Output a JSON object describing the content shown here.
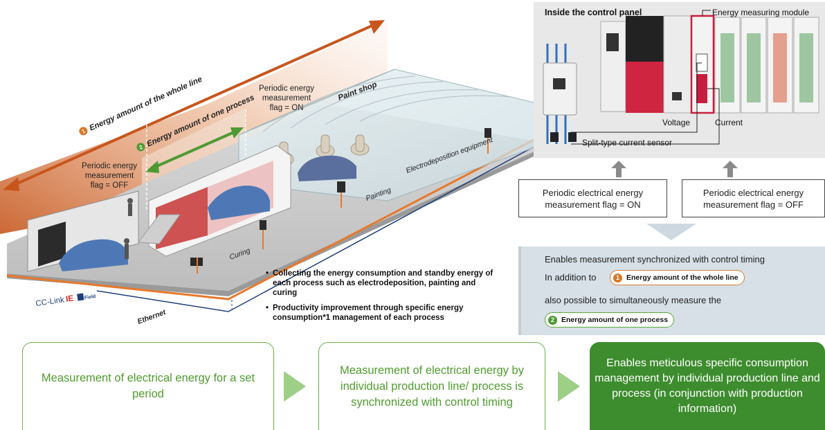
{
  "illustration": {
    "whole_line_number": "1",
    "whole_line_label": "Energy amount of the whole line",
    "one_process_number": "2",
    "one_process_label": "Energy amount of one process",
    "flag_on_text": [
      "Periodic energy",
      "measurement",
      "flag = ON"
    ],
    "flag_off_text": [
      "Periodic energy",
      "measurement",
      "flag = OFF"
    ],
    "paint_shop": "Paint shop",
    "electrodeposition": "Electrodeposition equipment",
    "painting": "Painting",
    "curing": "Curing",
    "network_cclink": "CC-Link",
    "network_ie": "IE",
    "network_field": "Field",
    "network_ethernet": "Ethernet"
  },
  "notes": [
    "Collecting the energy consumption and standby energy of each process such as electrodeposition, painting and curing",
    "Productivity improvement through specific energy consumption*1 management of each process"
  ],
  "control_panel": {
    "title": "Inside the control panel",
    "module_label": "Energy measuring module",
    "voltage_label": "Voltage",
    "current_label": "Current",
    "sensor_label": "Split-type current sensor"
  },
  "flags": {
    "on": "Periodic electrical energy measurement flag = ON",
    "off": "Periodic electrical energy measurement flag = OFF"
  },
  "sync": {
    "line1": "Enables measurement synchronized with control timing",
    "line2_prefix": "In addition to",
    "pill1_number": "1",
    "pill1_label": "Energy amount of the whole line",
    "line3": "also possible to simultaneously measure the",
    "pill2_number": "2",
    "pill2_label": "Energy amount of one process"
  },
  "flow": [
    "Measurement of electrical energy for a set period",
    "Measurement of electrical energy by individual production line/ process is synchronized with control timing",
    "Enables meticulous specific consumption management by individual production line and process (in conjunction with production information)"
  ],
  "colors": {
    "orange_arrow": "#c8561c",
    "green_arrow": "#4e9a32",
    "accent_green": "#3d8c2e",
    "network_orange": "#e8782a",
    "network_blue": "#1d3f7a"
  }
}
